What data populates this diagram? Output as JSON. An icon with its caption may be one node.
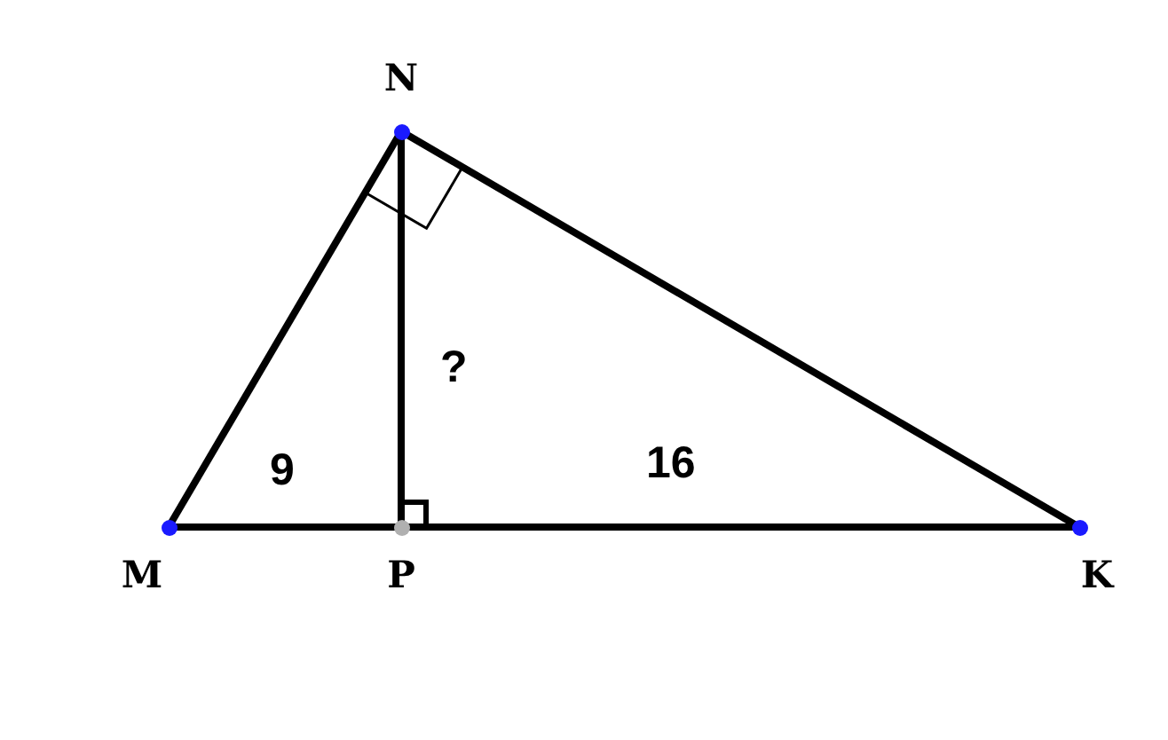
{
  "diagram": {
    "nodes": [
      {
        "text": [
          "N"
        ]
      },
      {
        "text": [
          "M"
        ]
      },
      {
        "text": [
          "P"
        ]
      },
      {
        "text": [
          "K"
        ]
      }
    ],
    "edges": [
      {
        "from": 0,
        "to": 1,
        "arrow": "none"
      },
      {
        "from": 0,
        "to": 3,
        "arrow": "none"
      },
      {
        "from": 1,
        "to": 2,
        "arrow": "none"
      },
      {
        "from": 2,
        "to": 3,
        "arrow": "none"
      },
      {
        "from": 0,
        "to": 2,
        "arrow": "none"
      }
    ],
    "labels": [
      "?",
      "9",
      "16"
    ]
  }
}
